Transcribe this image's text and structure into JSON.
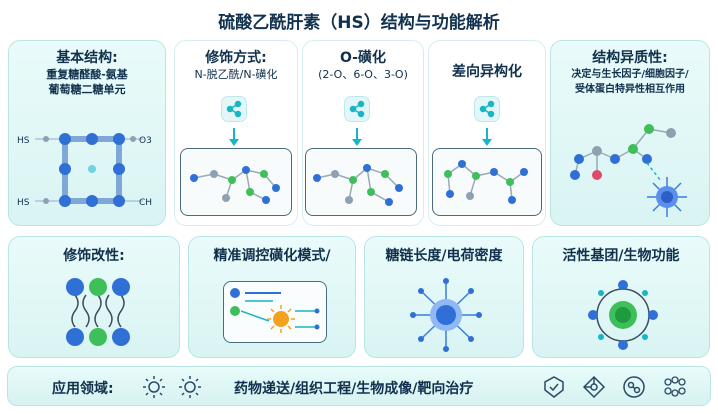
{
  "title": "硫酸乙酰肝素（HS）结构与功能解析",
  "top": {
    "basic": {
      "title": "基本结构:",
      "line1": "重复糖醛酸-氨基",
      "line2": "葡萄糖二糖单元",
      "labels": {
        "hs1": "HS",
        "hs2": "HS",
        "o3": "O3",
        "ch": "CH"
      }
    },
    "modify": {
      "title": "修饰方式:",
      "sub": "N-脱乙酰/N-磺化"
    },
    "osulf": {
      "title": "O-磺化",
      "sub": "(2-O、6-O、3-O)"
    },
    "epim": {
      "title": "差向异构化"
    },
    "hetero": {
      "title": "结构异质性:",
      "line1": "决定与生长因子/细胞因子/",
      "line2": "受体蛋白特异性相互作用"
    }
  },
  "middle": {
    "m1": {
      "title": "修饰改性:"
    },
    "m2": {
      "title": "精准调控磺化模式/"
    },
    "m3": {
      "title": "糖链长度/电荷密度"
    },
    "m4": {
      "title": "活性基团/生物功能"
    }
  },
  "bottom": {
    "label": "应用领域:",
    "text": "药物递送/组织工程/生物成像/靶向治疗",
    "icons": [
      "sun-icon",
      "sun-icon",
      "shield-icon",
      "diamond-network-icon",
      "cell-network-icon",
      "dots-cluster-icon"
    ]
  },
  "colors": {
    "accent": "#17b6c4",
    "blue": "#2f7fe0",
    "green": "#3fbf5a",
    "teal_bg": "#dff6f5"
  }
}
